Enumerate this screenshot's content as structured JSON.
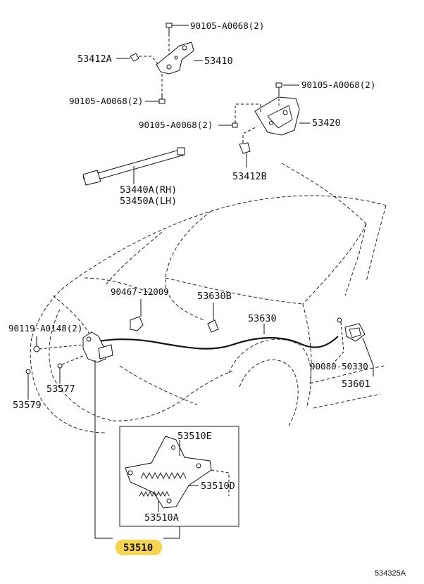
{
  "diagram_id": "534325A",
  "highlight_color": "#f7d44c",
  "labels": {
    "bolt_top": "90105-A0068(2)",
    "hinge_lh_cover": "53412A",
    "hinge_lh": "53410",
    "bolt_lh_lower": "90105-A0068(2)",
    "bolt_rh_top": "90105-A0068(2)",
    "bolt_rh_mid": "90105-A0068(2)",
    "hinge_rh": "53420",
    "hinge_rh_cover": "53412B",
    "support_rh": "53440A(RH)",
    "support_lh": "53450A(LH)",
    "clip_cable": "90467-12009",
    "cable_clamp": "53630B",
    "release_cable": "53630",
    "screw_lock": "90119-A0148(2)",
    "bumper_pad": "53577",
    "cushion": "53579",
    "screw_lever": "90080-50330",
    "release_lever": "53601",
    "lock_spring": "53510E",
    "lock_plate": "53510D",
    "lock_lever": "53510A",
    "lock_assy": "53510"
  }
}
